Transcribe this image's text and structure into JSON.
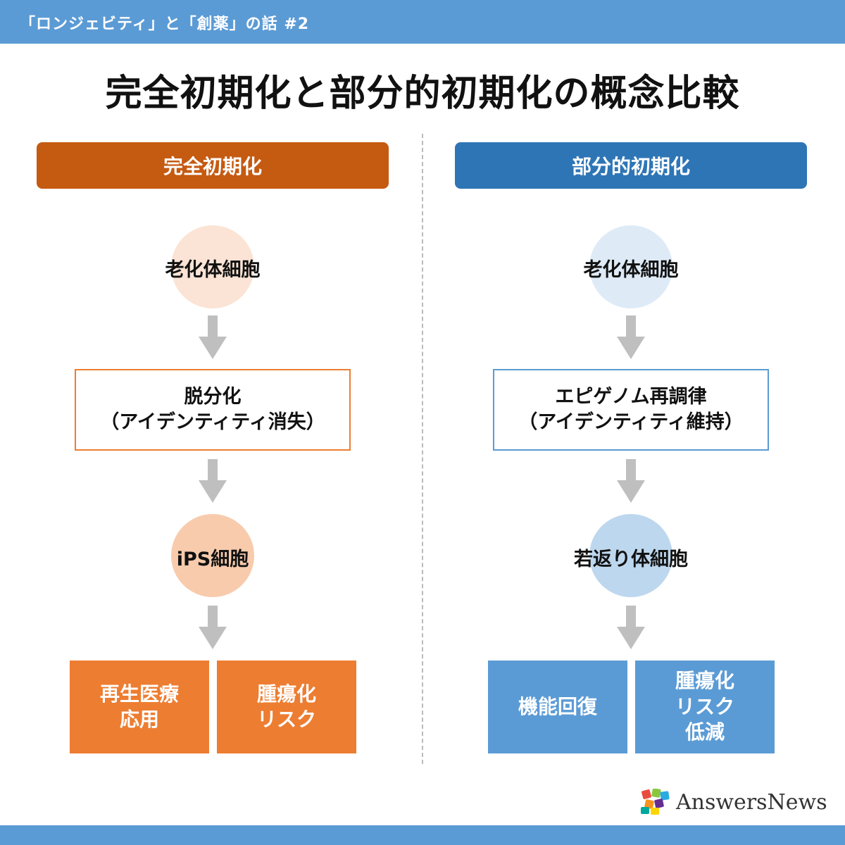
{
  "banner": {
    "series_title": "「ロンジェビティ」と「創薬」の話 #2"
  },
  "title": "完全初期化と部分的初期化の概念比較",
  "colors": {
    "banner": "#5b9bd5",
    "left_accent": "#c55a11",
    "left_output": "#ed7d31",
    "right_accent": "#2e75b6",
    "right_output": "#5b9bd5"
  },
  "left": {
    "header": "完全初期化",
    "start": "老化体細胞",
    "process_line1": "脱分化",
    "process_line2": "（アイデンティティ消失）",
    "result": "iPS細胞",
    "outputs": [
      {
        "line1": "再生医療",
        "line2": "応用"
      },
      {
        "line1": "腫瘍化",
        "line2": "リスク"
      }
    ]
  },
  "right": {
    "header": "部分的初期化",
    "start": "老化体細胞",
    "process_line1": "エピゲノム再調律",
    "process_line2": "（アイデンティティ維持）",
    "result": "若返り体細胞",
    "outputs": [
      {
        "line1": "機能回復"
      },
      {
        "line1": "腫瘍化",
        "line2": "リスク",
        "line3": "低減"
      }
    ]
  },
  "logo": {
    "text": "AnswersNews"
  }
}
